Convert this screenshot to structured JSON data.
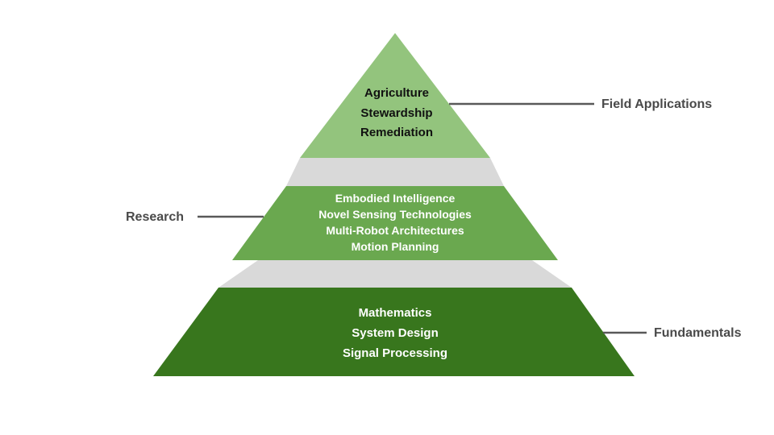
{
  "colors": {
    "top_tier": "#93c47d",
    "middle_tier": "#6aa84f",
    "bottom_tier": "#38761d",
    "connector": "#d9d9d9",
    "leader_line": "#595959",
    "label_text": "#4a4a4a"
  },
  "tiers": {
    "top": {
      "items": [
        "Agriculture",
        "Stewardship",
        "Remediation"
      ],
      "label": "Field Applications"
    },
    "middle": {
      "items": [
        "Embodied Intelligence",
        "Novel Sensing Technologies",
        "Multi-Robot Architectures",
        "Motion Planning"
      ],
      "label": "Research"
    },
    "bottom": {
      "items": [
        "Mathematics",
        "System Design",
        "Signal Processing"
      ],
      "label": "Fundamentals"
    }
  }
}
